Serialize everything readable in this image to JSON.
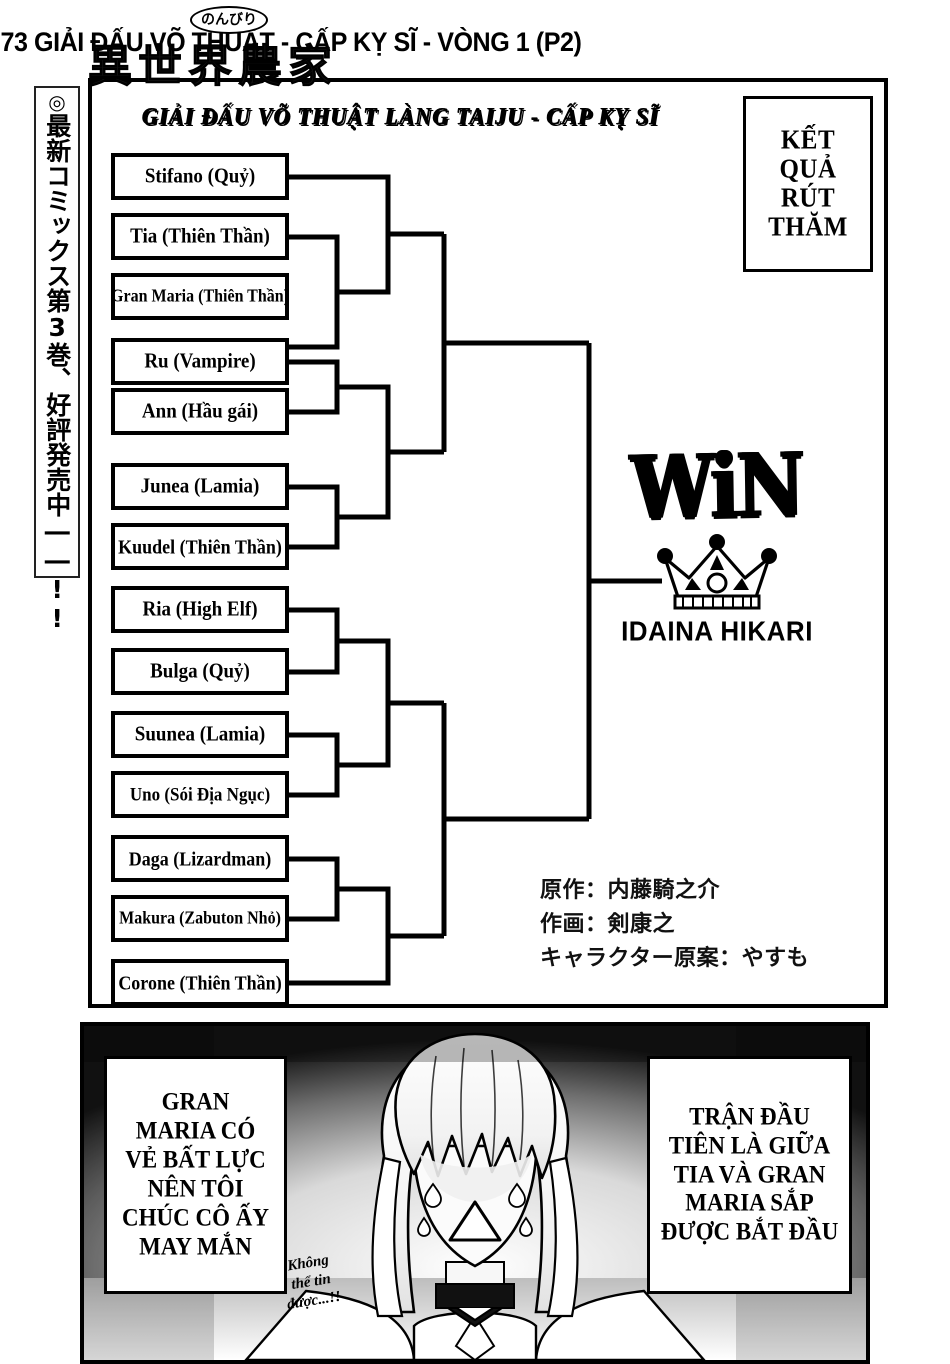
{
  "chapter": {
    "title": ".73 GIẢI ĐẤU VÕ THUẬT - CẤP KỴ SĨ - VÒNG 1 (P2)",
    "series_logo_jp": "異世界農家",
    "series_logo_furigana": "のんびり"
  },
  "side_strip": {
    "mark": "◎",
    "text": "最新コミックス第3巻、好評発売中――!!"
  },
  "bracket": {
    "title": "GIẢI ĐẤU VÕ THUẬT LÀNG TAIJU - CẤP KỴ SĨ",
    "result_box": [
      "KẾT",
      "QUẢ",
      "RÚT",
      "THĂM"
    ],
    "winner": {
      "word": "WiN",
      "icon": "crown-icon",
      "name": "IDAINA HIKARI"
    },
    "entrants": [
      {
        "name": "Stifano (Quỷ)",
        "font_size": 19
      },
      {
        "name": "Tia (Thiên Thần)",
        "font_size": 19
      },
      {
        "name": "Gran Maria (Thiên Thần)",
        "font_size": 16
      },
      {
        "name": "Ru (Vampire)",
        "font_size": 19
      },
      {
        "name": "Ann (Hầu gái)",
        "font_size": 19
      },
      {
        "name": "Junea (Lamia)",
        "font_size": 19
      },
      {
        "name": "Kuudel (Thiên Thần)",
        "font_size": 18
      },
      {
        "name": "Ria (High Elf)",
        "font_size": 19
      },
      {
        "name": "Bulga (Quỷ)",
        "font_size": 19
      },
      {
        "name": "Suunea (Lamia)",
        "font_size": 19
      },
      {
        "name": "Uno (Sói Địa Ngục)",
        "font_size": 17
      },
      {
        "name": "Daga (Lizardman)",
        "font_size": 18
      },
      {
        "name": "Makura (Zabuton Nhỏ)",
        "font_size": 16
      },
      {
        "name": "Corone (Thiên Thần)",
        "font_size": 18
      }
    ]
  },
  "credits": {
    "original_story": "原作：内藤騎之介",
    "art": "作画：剣康之",
    "character_design": "キャラクター原案：やすも"
  },
  "bottom_panel": {
    "caption_left": [
      "GRAN",
      "MARIA CÓ",
      "VẺ BẤT LỰC",
      "NÊN TÔI",
      "CHÚC CÔ ẤY",
      "MAY MẮN"
    ],
    "caption_right": [
      "TRẬN ĐẦU",
      "TIÊN LÀ GIỮA",
      "TIA VÀ GRAN",
      "MARIA SẮP",
      "ĐƯỢC BẮT ĐẦU"
    ],
    "speech_bubble": [
      "Không",
      "thể tin",
      "được...!!"
    ]
  },
  "colors": {
    "ink": "#000000",
    "paper": "#ffffff"
  }
}
